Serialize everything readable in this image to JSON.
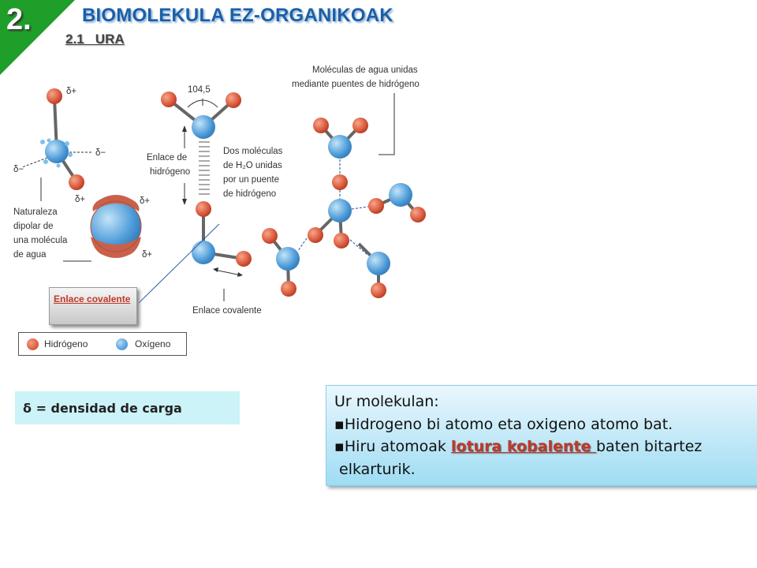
{
  "header": {
    "section_number": "2.",
    "title": "BIOMOLEKULA EZ-ORGANIKOAK",
    "subtitle": "2.1   URA",
    "corner_color": "#1f9e2a"
  },
  "diagram": {
    "labels": {
      "delta_plus": "δ+",
      "delta_minus": "δ−",
      "angle": "104,5",
      "dipolar": [
        "Naturaleza",
        "dipolar de",
        "una molécula",
        "de agua"
      ],
      "hydrogen_bond": [
        "Enlace de",
        "hidrógeno"
      ],
      "two_molecules": [
        "Dos moléculas",
        "de H₂O unidas",
        "por un puente",
        "de hidrógeno"
      ],
      "covalent_bond": "Enlace covalente",
      "network": [
        "Moléculas de agua unidas",
        "mediante puentes de hidrógeno"
      ]
    },
    "legend": {
      "hydrogen": "Hidrógeno",
      "oxygen": "Oxígeno"
    },
    "colors": {
      "hydrogen": "#e0684a",
      "oxygen": "#5aa5dc",
      "bond": "#555555"
    }
  },
  "callout": {
    "text": "Enlace covalente"
  },
  "delta_box": {
    "text": "δ = densidad de carga",
    "color": "#ccf3f7"
  },
  "info_box": {
    "heading": "Ur molekulan:",
    "bullet": "▪",
    "line1": "Hidrogeno bi atomo eta oxigeno atomo bat.",
    "line2_before": "Hiru atomoak ",
    "line2_highlight": "lotura kobalente ",
    "line2_after": "baten bitartez",
    "line3": "elkarturik."
  }
}
